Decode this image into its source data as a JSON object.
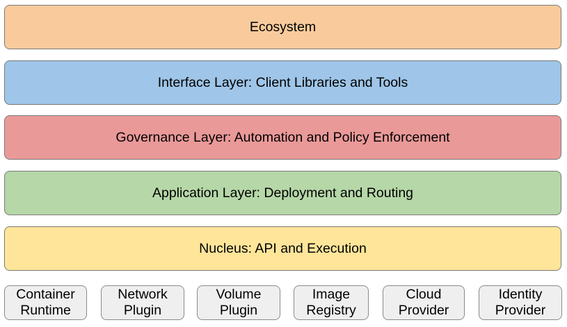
{
  "layers": [
    {
      "label": "Ecosystem",
      "color": "#f9cb9c"
    },
    {
      "label": "Interface Layer: Client Libraries and Tools",
      "color": "#9fc5e8"
    },
    {
      "label": "Governance Layer: Automation and Policy Enforcement",
      "color": "#ea9999"
    },
    {
      "label": "Application Layer: Deployment and Routing",
      "color": "#b6d7a8"
    },
    {
      "label": "Nucleus: API and Execution",
      "color": "#ffe599"
    }
  ],
  "components": [
    {
      "line1": "Container",
      "line2": "Runtime"
    },
    {
      "line1": "Network",
      "line2": "Plugin"
    },
    {
      "line1": "Volume",
      "line2": "Plugin"
    },
    {
      "line1": "Image",
      "line2": "Registry"
    },
    {
      "line1": "Cloud",
      "line2": "Provider"
    },
    {
      "line1": "Identity",
      "line2": "Provider"
    }
  ],
  "component_fill": "#efefef"
}
